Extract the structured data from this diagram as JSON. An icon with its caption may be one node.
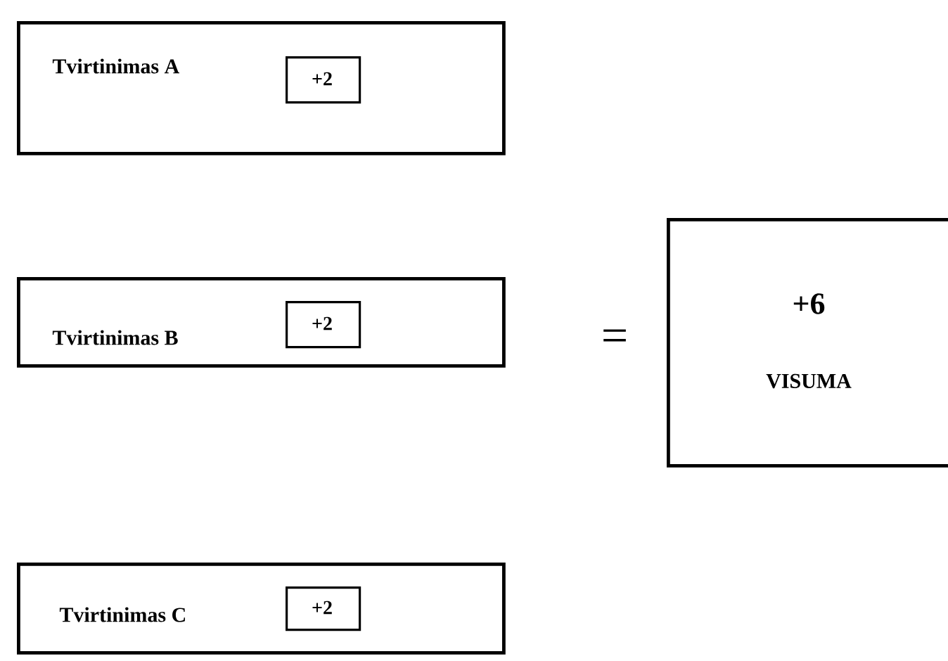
{
  "diagram": {
    "nodes": [
      {
        "text": [
          "Tvirtinimas A"
        ]
      },
      {
        "text": [
          "+2"
        ],
        "in": 0
      },
      {
        "text": [
          "Tvirtinimas B"
        ]
      },
      {
        "text": [
          "+2"
        ],
        "in": 2
      },
      {
        "text": [
          "Tvirtinimas C"
        ]
      },
      {
        "text": [
          "+2"
        ],
        "in": 4
      },
      {
        "text": [
          "+6",
          "VISUMA"
        ]
      }
    ],
    "labels": [
      "="
    ]
  }
}
